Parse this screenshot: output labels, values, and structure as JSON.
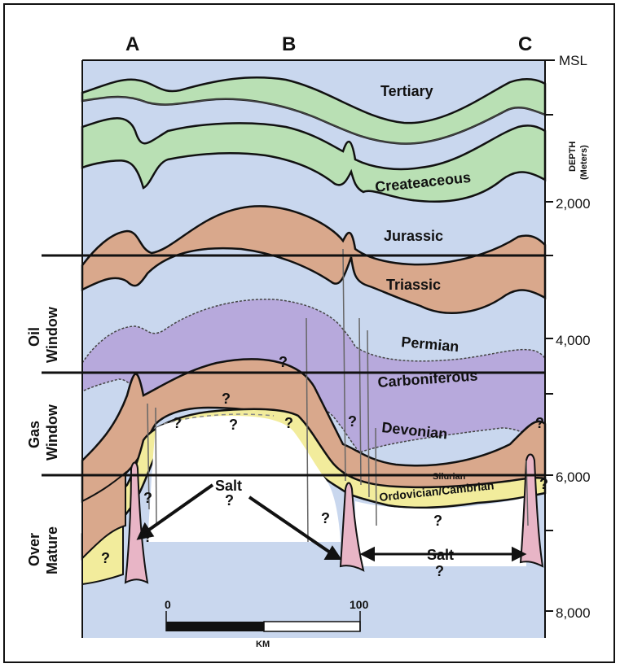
{
  "sections": {
    "a": "A",
    "b": "B",
    "c": "C"
  },
  "depth_axis": {
    "msl": "MSL",
    "title_line1": "DEPTH",
    "title_line2": "(Meters)",
    "ticks": [
      "2,000",
      "4,000",
      "6,000",
      "8,000"
    ]
  },
  "windows": {
    "oil_line1": "Oil",
    "oil_line2": "Window",
    "gas_line1": "Gas",
    "gas_line2": "Window",
    "over_line1": "Over",
    "over_line2": "Mature"
  },
  "units": {
    "tertiary": "Tertiary",
    "cretaceous": "Createaceous",
    "jurassic": "Jurassic",
    "triassic": "Triassic",
    "permian": "Permian",
    "carboniferous": "Carboniferous",
    "devonian": "Devonian",
    "silurian": "Silurian",
    "ordovician": "Ordovician/Cambrian",
    "salt_left": "Salt",
    "salt_right": "Salt",
    "unknown": "?"
  },
  "scale_bar": {
    "start": "0",
    "end": "100",
    "unit": "KM"
  },
  "colors": {
    "background": "#c9d7ee",
    "tertiary_green": "#b9e0b4",
    "triassic_brown": "#d9a88c",
    "permian_purple": "#b7a9dc",
    "yellow": "#f2ec9c",
    "salt_pink": "#e8b5c6"
  }
}
